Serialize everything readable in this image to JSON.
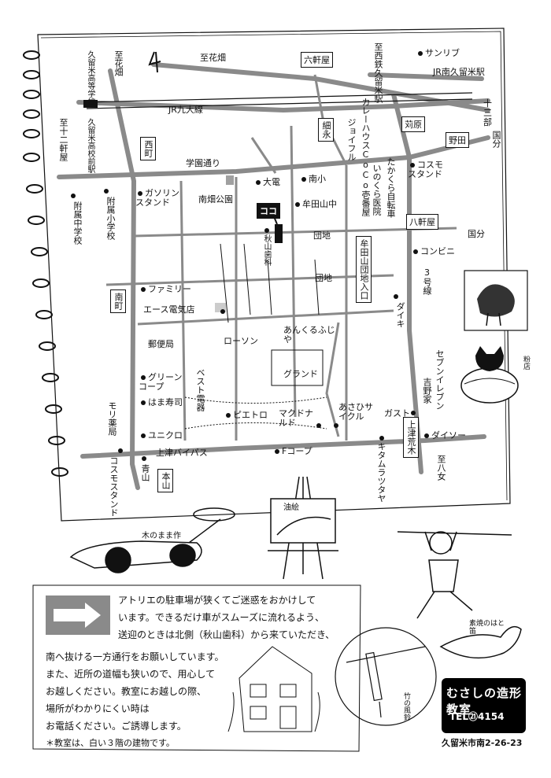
{
  "map": {
    "north_symbol": "N",
    "stations": {
      "kurume_koko_mae": "久留米高校前駅"
    },
    "labels": {
      "kurume_koto_gakko": "久留米高等学校",
      "to_hanabatake_1": "至花畑",
      "to_hanabatake_2": "至花畑",
      "to_nishitetsu": "至西鉄久留米駅",
      "sunlive": "サンリブ",
      "jr_minami_kurume": "JR南久留米駅",
      "jr_kyudai": "JR九大線",
      "to_junikenya": "至十二軒屋",
      "curry_house": "カレーハウスCoCo壱番屋",
      "joyful": "ジョイフル",
      "jusanbu": "十三部",
      "kokubu_1": "国分",
      "gakuen_dori": "学園通り",
      "daiden": "大電",
      "nanshou": "南小",
      "takakura_jitensha": "たかくら自転車",
      "inokura_iin": "いのくら医院",
      "cosmo_1": "コスモスタンド",
      "fuzoku_chu": "附属中学校",
      "fuzoku_sho": "附属小学校",
      "gasoline": "ガソリンスタンド",
      "minamibata_koen": "南畑公園",
      "koko": "ココ",
      "mutadayama_chu": "牟田山中",
      "akiyama_shika": "秋山歯科",
      "danchi_1": "団地",
      "danchi_2": "団地",
      "mutadayama_iriguchi": "牟田山団地入口",
      "kokubu_2": "国分",
      "convenience": "コンビニ",
      "sangosen": "3号線",
      "family": "ファミリー",
      "ace": "エース電気店",
      "daiki": "ダイキ",
      "yubinkyoku": "郵便局",
      "lawson": "ローソン",
      "ankuru": "あんくるふじや",
      "grand": "グランド",
      "seven": "セブンイレブン",
      "yoshinoya": "吉野家",
      "green_coop": "グリーンコープ",
      "hama_sushi": "はま寿司",
      "best_denki": "ベスト電器",
      "mori_yakkyoku": "モリ薬局",
      "pietro": "ピエトロ",
      "mcdonald": "マクドナルド",
      "asahi_cycle": "あさひサイクル",
      "gusto": "ガスト",
      "daiso": "ダイソー",
      "uniqlo": "ユニクロ",
      "kamitsu_bypass": "上津バイパス",
      "f_coop": "Fコープ",
      "kitamura": "キタムラツタヤ",
      "to_yame": "至八女",
      "cosmo_2": "コスモスタンド",
      "aoyama": "青山"
    },
    "intersections": {
      "rokkenya": "六軒屋",
      "hosonaga": "細永",
      "karihara": "苅原",
      "noda": "野田",
      "nishimachi": "西町",
      "hachikenya": "八軒屋",
      "minamimachi": "南町",
      "kamitsu_araki": "上津荒木",
      "honzan": "本山"
    }
  },
  "illustrations": {
    "car_caption": "木のまま作",
    "cat_caption": "粉店",
    "easel_caption": "油絵",
    "bird_caption": "素焼のはと笛",
    "fuurin_caption": "竹の風鈴"
  },
  "notice": {
    "line1": "アトリエの駐車場が狭くてご迷惑をおかけして",
    "line2": "います。できるだけ車がスムーズに流れるよう、",
    "line3": "送迎のときは北側（秋山歯科）から来ていただき、",
    "line4": "南へ抜ける一方通行をお願いしています。",
    "line5": "また、近所の道幅も狭いので、用心して",
    "line6": "お越しください。教室にお越しの際、",
    "line7": "場所がわかりにくい時は",
    "line8": "お電話ください。ご誘導します。",
    "line9": "＊教室は、白い３階の建物です。"
  },
  "logo": {
    "name": "むさしの造形教室",
    "tel": "TEL㉑4154",
    "address": "久留米市南2-26-23"
  },
  "colors": {
    "road": "#8a8a8a",
    "ink": "#111111",
    "park": "#a0a0a0"
  }
}
